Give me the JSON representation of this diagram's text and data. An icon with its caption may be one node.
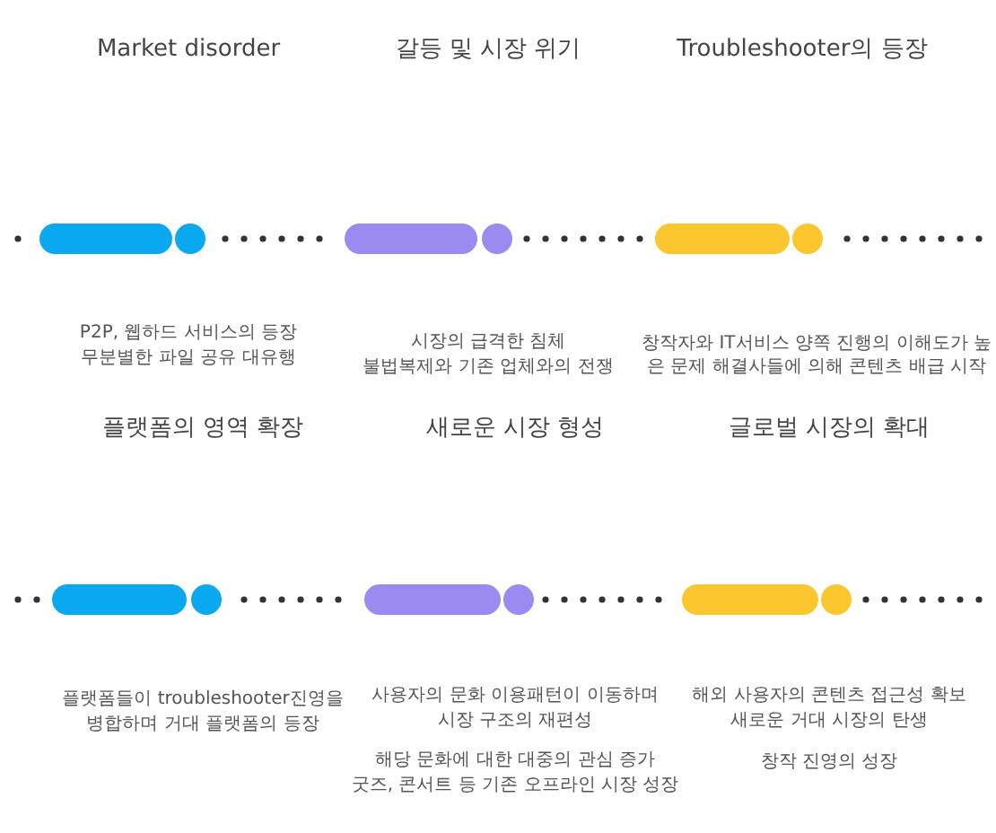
{
  "diagram": {
    "labels": [
      "Market disorder",
      "갈등 및 시장 위기",
      "Troubleshooter의 등장",
      "P2P, 웹하드 서비스의 등장",
      "무분별한 파일 공유 대유행",
      "시장의 급격한 침체",
      "불법복제와 기존 업체와의 전쟁",
      "창작자와 IT서비스 양쪽 진행의 이해도가 높은 문제 해결사들에 의해 콘텐츠 배급 시작",
      "플랫폼의 영역 확장",
      "새로운 시장 형성",
      "글로벌 시장의 확대",
      "플랫폼들이 troubleshooter진영을",
      "병합하며 거대 플랫폼의 등장",
      "사용자의 문화 이용패턴이 이동하며",
      "시장 구조의 재편성",
      "해당 문화에 대한 대중의 관심 증가",
      "굿즈, 콘서트 등 기존 오프라인 시장 성장",
      "해외 사용자의 콘텐츠 접근성 확보",
      "새로운 거대 시장의 탄생",
      "창작 진영의 성장"
    ]
  }
}
